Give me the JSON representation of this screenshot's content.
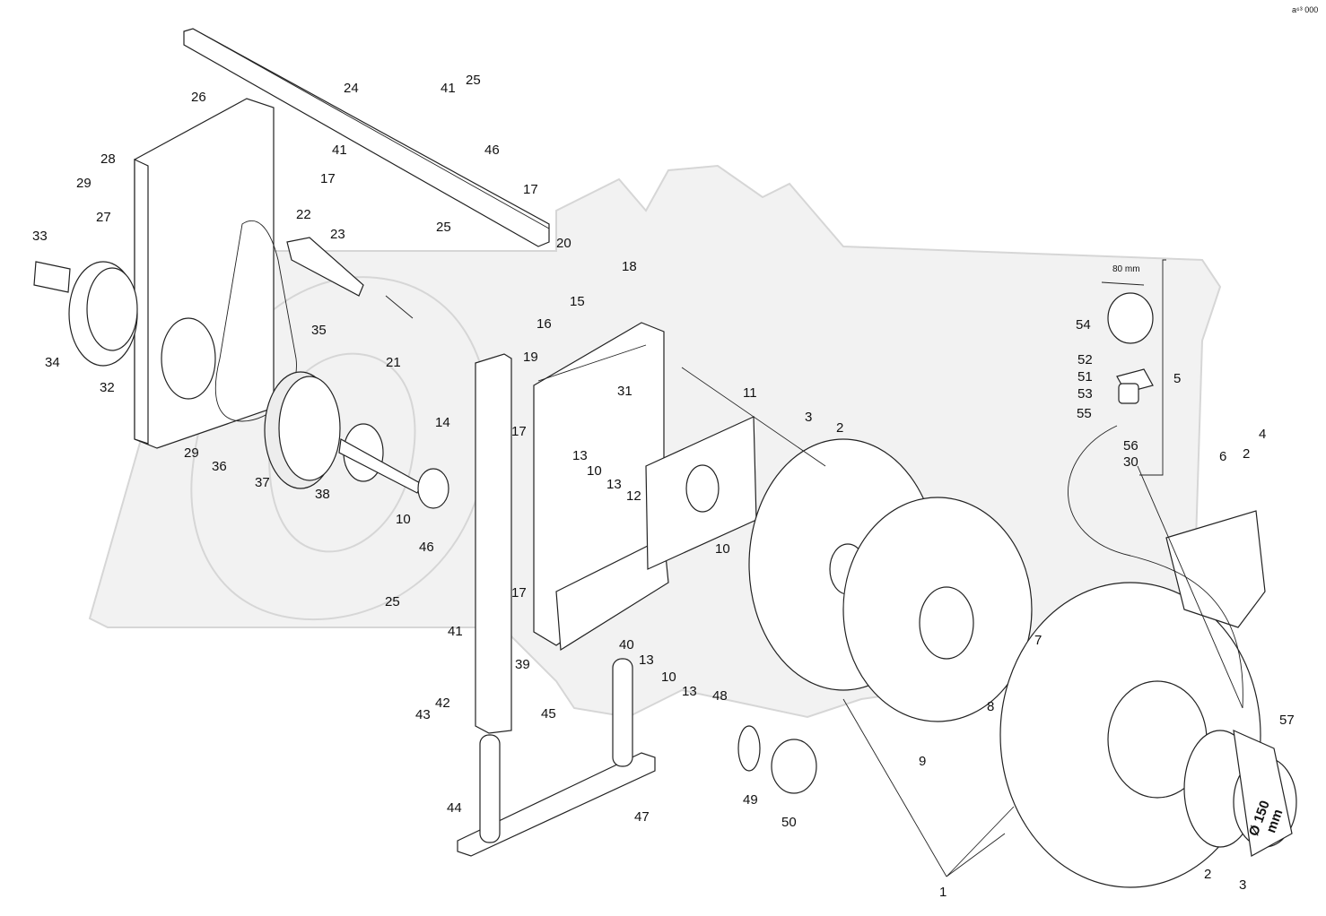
{
  "corner_mark": "a⁶³ 000",
  "dimension_label": "80 mm",
  "outlet_label_1": "Ø 150",
  "outlet_label_2": "mm",
  "callouts": [
    "1",
    "2",
    "3",
    "4",
    "5",
    "6",
    "7",
    "8",
    "9",
    "10",
    "11",
    "12",
    "13",
    "14",
    "15",
    "16",
    "17",
    "18",
    "19",
    "20",
    "21",
    "22",
    "23",
    "24",
    "25",
    "26",
    "27",
    "28",
    "29",
    "30",
    "31",
    "32",
    "33",
    "34",
    "35",
    "36",
    "37",
    "38",
    "39",
    "40",
    "41",
    "42",
    "43",
    "44",
    "45",
    "46",
    "47",
    "48",
    "49",
    "50",
    "51",
    "52",
    "53",
    "54",
    "55",
    "56",
    "57"
  ]
}
